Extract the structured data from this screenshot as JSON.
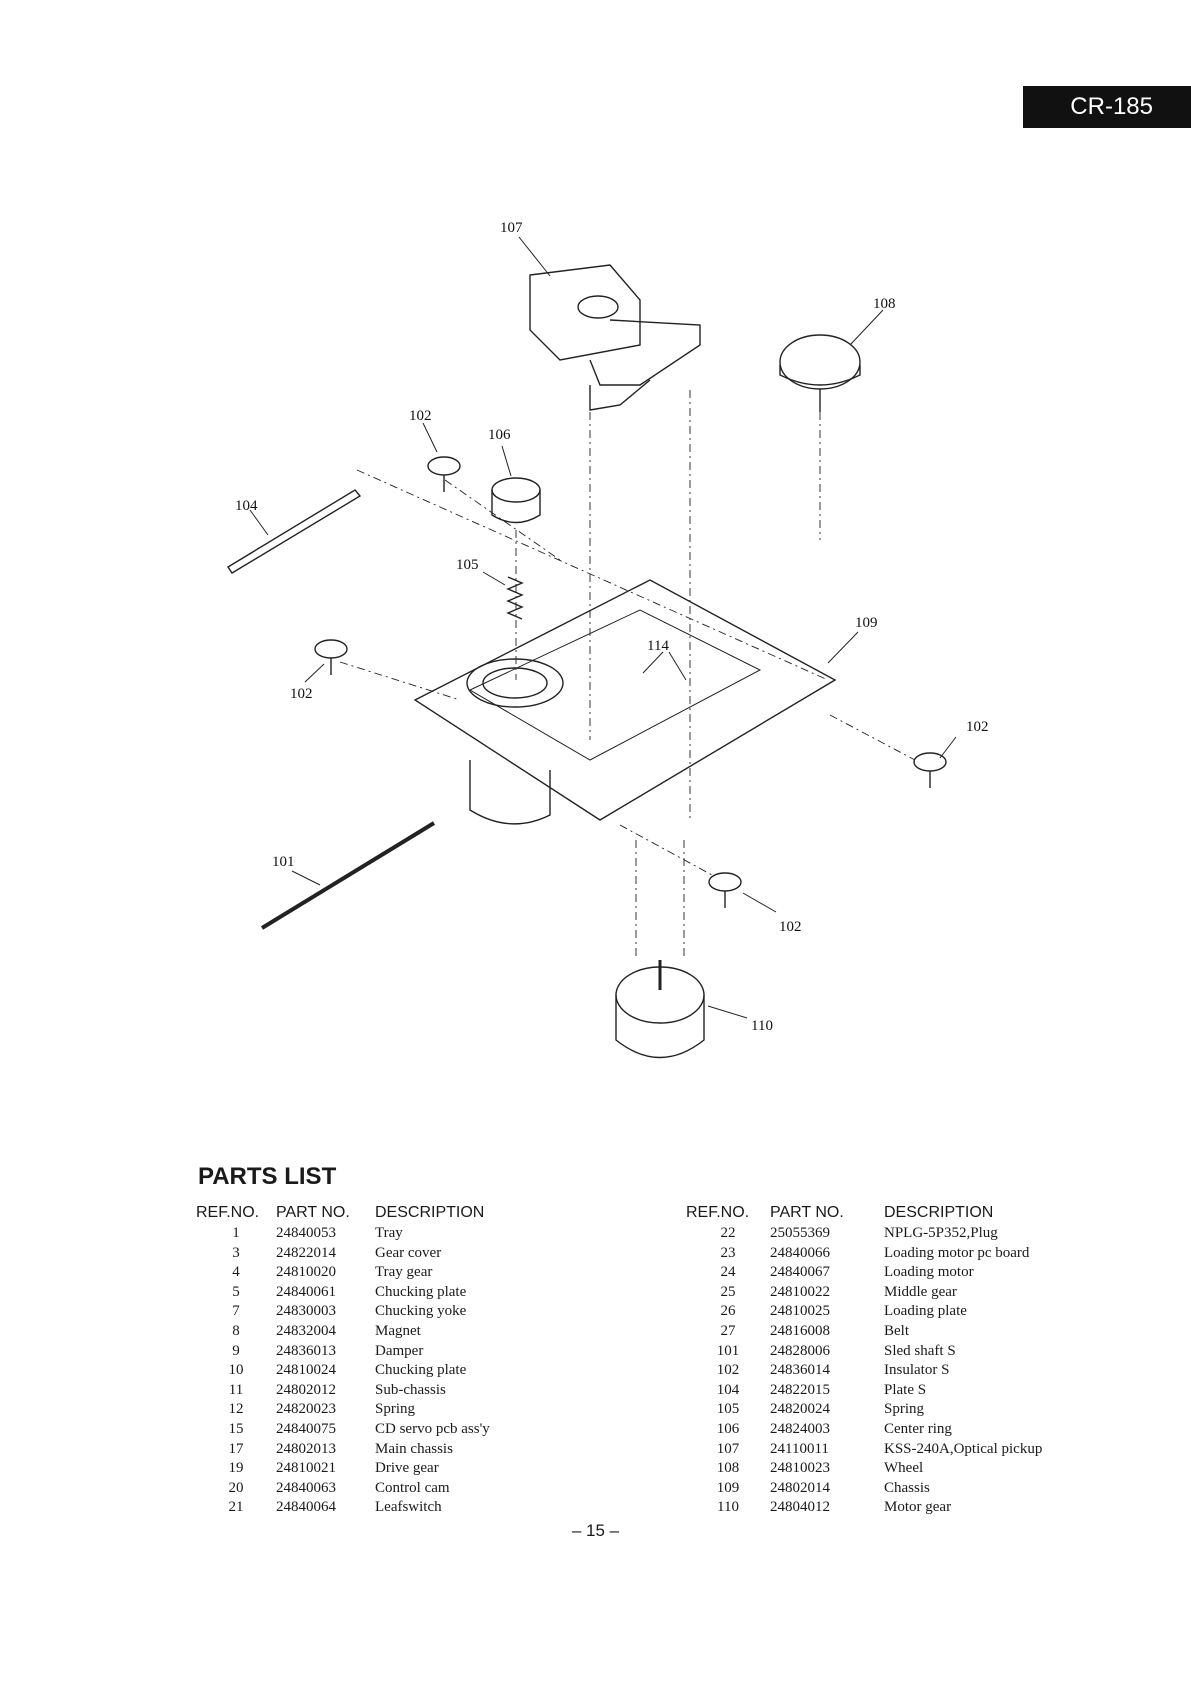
{
  "model": "CR-185",
  "diagram": {
    "callouts": {
      "c101": "101",
      "c102a": "102",
      "c102b": "102",
      "c102c": "102",
      "c102d": "102",
      "c104": "104",
      "c105": "105",
      "c106": "106",
      "c107": "107",
      "c108": "108",
      "c109": "109",
      "c110": "110",
      "c114": "114"
    }
  },
  "parts_list": {
    "title": "PARTS LIST",
    "headers": {
      "ref": "REF.NO.",
      "part": "PART NO.",
      "desc": "DESCRIPTION"
    },
    "left": [
      {
        "ref": "1",
        "part": "24840053",
        "desc": "Tray"
      },
      {
        "ref": "3",
        "part": "24822014",
        "desc": "Gear cover"
      },
      {
        "ref": "4",
        "part": "24810020",
        "desc": "Tray gear"
      },
      {
        "ref": "5",
        "part": "24840061",
        "desc": "Chucking plate"
      },
      {
        "ref": "7",
        "part": "24830003",
        "desc": "Chucking yoke"
      },
      {
        "ref": "8",
        "part": "24832004",
        "desc": "Magnet"
      },
      {
        "ref": "9",
        "part": "24836013",
        "desc": "Damper"
      },
      {
        "ref": "10",
        "part": "24810024",
        "desc": "Chucking plate"
      },
      {
        "ref": "11",
        "part": "24802012",
        "desc": "Sub-chassis"
      },
      {
        "ref": "12",
        "part": "24820023",
        "desc": "Spring"
      },
      {
        "ref": "15",
        "part": "24840075",
        "desc": "CD servo pcb ass'y"
      },
      {
        "ref": "17",
        "part": "24802013",
        "desc": "Main chassis"
      },
      {
        "ref": "19",
        "part": "24810021",
        "desc": "Drive gear"
      },
      {
        "ref": "20",
        "part": "24840063",
        "desc": "Control cam"
      },
      {
        "ref": "21",
        "part": "24840064",
        "desc": "Leafswitch"
      }
    ],
    "right": [
      {
        "ref": "22",
        "part": "25055369",
        "desc": "NPLG-5P352,Plug"
      },
      {
        "ref": "23",
        "part": "24840066",
        "desc": "Loading motor pc board"
      },
      {
        "ref": "24",
        "part": "24840067",
        "desc": "Loading motor"
      },
      {
        "ref": "25",
        "part": "24810022",
        "desc": "Middle gear"
      },
      {
        "ref": "26",
        "part": "24810025",
        "desc": "Loading plate"
      },
      {
        "ref": "27",
        "part": "24816008",
        "desc": "Belt"
      },
      {
        "ref": "101",
        "part": "24828006",
        "desc": "Sled shaft S"
      },
      {
        "ref": "102",
        "part": "24836014",
        "desc": "Insulator S"
      },
      {
        "ref": "104",
        "part": "24822015",
        "desc": "Plate S"
      },
      {
        "ref": "105",
        "part": "24820024",
        "desc": "Spring"
      },
      {
        "ref": "106",
        "part": "24824003",
        "desc": "Center ring"
      },
      {
        "ref": "107",
        "part": "24110011",
        "desc": "KSS-240A,Optical pickup"
      },
      {
        "ref": "108",
        "part": "24810023",
        "desc": "Wheel"
      },
      {
        "ref": "109",
        "part": "24802014",
        "desc": "Chassis"
      },
      {
        "ref": "110",
        "part": "24804012",
        "desc": "Motor gear"
      }
    ]
  },
  "page_number": "– 15 –"
}
